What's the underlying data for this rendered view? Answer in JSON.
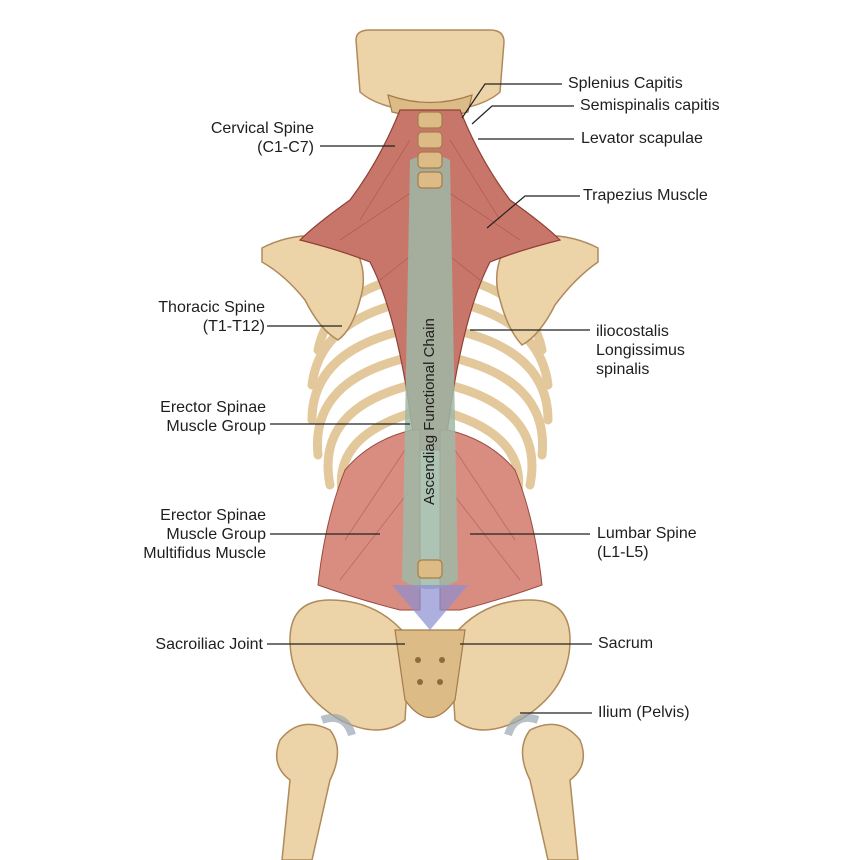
{
  "chain": {
    "label": "Ascendiag Functional Chain"
  },
  "labels_left": {
    "cervical": [
      "Cervical Spine",
      "(C1-C7)"
    ],
    "thoracic": [
      "Thoracic Spine",
      "(T1-T12)"
    ],
    "erector": [
      "Erector Spinae",
      "Muscle Group"
    ],
    "erector_multifidus": [
      "Erector Spinae",
      "Muscle Group",
      "Multifidus Muscle"
    ],
    "sacroiliac": [
      "Sacroiliac Joint"
    ]
  },
  "labels_right": {
    "splenius": [
      "Splenius Capitis"
    ],
    "semispinalis": [
      "Semispinalis capitis"
    ],
    "levator": [
      "Levator scapulae"
    ],
    "trapezius": [
      "Trapezius Muscle"
    ],
    "iliocostalis": [
      "iliocostalis",
      "Longissimus",
      "spinalis"
    ],
    "lumbar": [
      "Lumbar Spine",
      "(L1-L5)"
    ],
    "sacrum": [
      "Sacrum"
    ],
    "ilium": [
      "Ilium (Pelvis)"
    ]
  },
  "colors": {
    "bone": "#ecd3a8",
    "muscle": "#c9766a",
    "chain_band": "#9fb8a6",
    "arrow": "#8a8fd0"
  }
}
